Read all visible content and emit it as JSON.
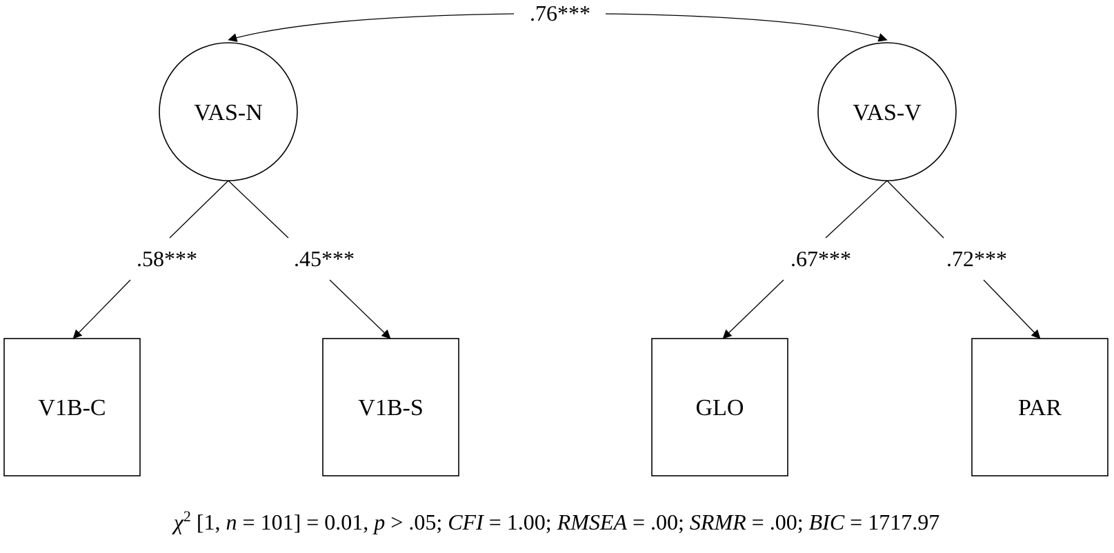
{
  "latent_factors": [
    {
      "id": "vas_n",
      "label": "VAS-N"
    },
    {
      "id": "vas_v",
      "label": "VAS-V"
    }
  ],
  "indicators": [
    {
      "id": "v1b_c",
      "label": "V1B-C"
    },
    {
      "id": "v1b_s",
      "label": "V1B-S"
    },
    {
      "id": "glo",
      "label": "GLO"
    },
    {
      "id": "par",
      "label": "PAR"
    }
  ],
  "loadings": [
    {
      "from": "vas_n",
      "to": "v1b_c",
      "label": ".58***"
    },
    {
      "from": "vas_n",
      "to": "v1b_s",
      "label": ".45***"
    },
    {
      "from": "vas_v",
      "to": "glo",
      "label": ".67***"
    },
    {
      "from": "vas_v",
      "to": "par",
      "label": ".72***"
    }
  ],
  "covariance": {
    "between": [
      "vas_n",
      "vas_v"
    ],
    "label": ".76***"
  },
  "fit_statistics": {
    "chi_symbol": "χ",
    "chi_exponent": "2",
    "chi_open": " [1, ",
    "n_symbol": "n",
    "chi_close": " = 101] = 0.01, ",
    "p_symbol": "p",
    "p_value": " > .05; ",
    "cfi_symbol": "CFI",
    "cfi_value": " = 1.00; ",
    "rmsea_symbol": "RMSEA",
    "rmsea_value": " = .00; ",
    "srmr_symbol": "SRMR",
    "srmr_value": " = .00; ",
    "bic_symbol": "BIC",
    "bic_value": " = 1717.97"
  }
}
